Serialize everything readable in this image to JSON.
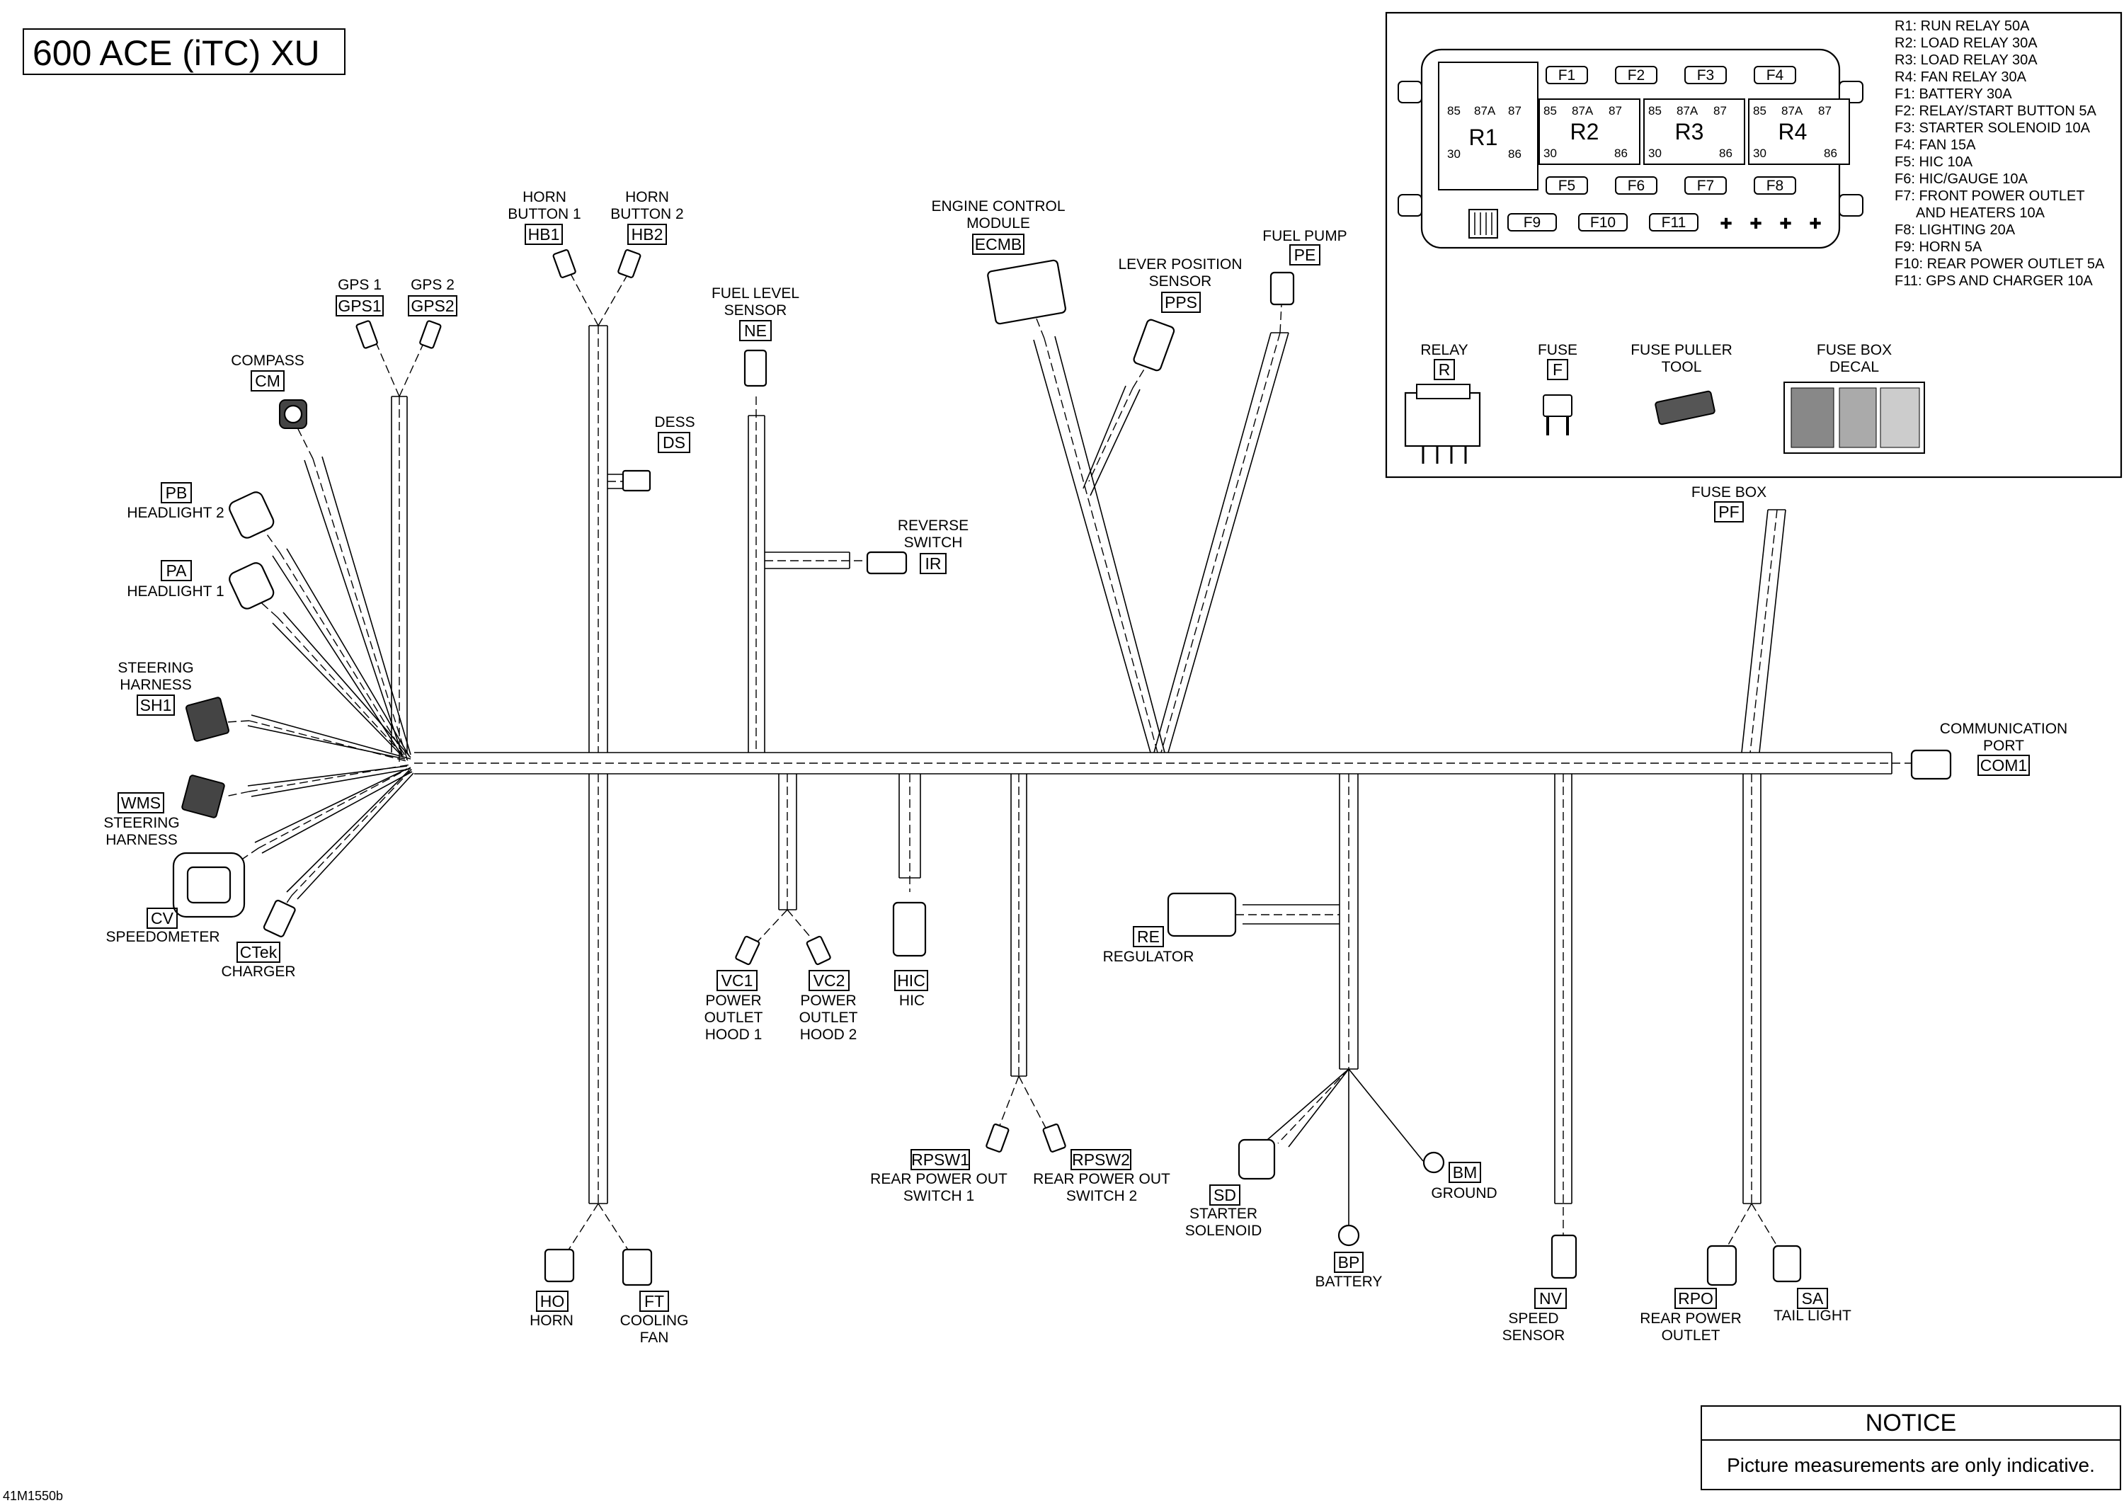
{
  "title": "600 ACE (iTC) XU",
  "doc_number": "41M1550b",
  "notice": {
    "heading": "NOTICE",
    "text": "Picture measurements are only indicative."
  },
  "connectors": {
    "gps1": {
      "name": "GPS 1",
      "code": "GPS1"
    },
    "gps2": {
      "name": "GPS 2",
      "code": "GPS2"
    },
    "hb1": {
      "name1": "HORN",
      "name2": "BUTTON 1",
      "code": "HB1"
    },
    "hb2": {
      "name1": "HORN",
      "name2": "BUTTON 2",
      "code": "HB2"
    },
    "compass": {
      "name": "COMPASS",
      "code": "CM"
    },
    "pb": {
      "name": "HEADLIGHT 2",
      "code": "PB"
    },
    "pa": {
      "name": "HEADLIGHT 1",
      "code": "PA"
    },
    "sh1": {
      "name1": "STEERING",
      "name2": "HARNESS",
      "code": "SH1"
    },
    "wms": {
      "name1": "STEERING",
      "name2": "HARNESS",
      "code": "WMS"
    },
    "cv": {
      "name": "SPEEDOMETER",
      "code": "CV"
    },
    "ctek": {
      "name": "CHARGER",
      "code": "CTek"
    },
    "dess": {
      "name": "DESS",
      "code": "DS"
    },
    "ne": {
      "name1": "FUEL LEVEL",
      "name2": "SENSOR",
      "code": "NE"
    },
    "ir": {
      "name1": "REVERSE",
      "name2": "SWITCH",
      "code": "IR"
    },
    "ecmb": {
      "name1": "ENGINE CONTROL",
      "name2": "MODULE",
      "code": "ECMB"
    },
    "pps": {
      "name1": "LEVER POSITION",
      "name2": "SENSOR",
      "code": "PPS"
    },
    "pe": {
      "name": "FUEL PUMP",
      "code": "PE"
    },
    "pf": {
      "name": "FUSE BOX",
      "code": "PF"
    },
    "com1": {
      "name1": "COMMUNICATION",
      "name2": "PORT",
      "code": "COM1"
    },
    "vc1": {
      "name1": "POWER",
      "name2": "OUTLET",
      "name3": "HOOD 1",
      "code": "VC1"
    },
    "vc2": {
      "name1": "POWER",
      "name2": "OUTLET",
      "name3": "HOOD 2",
      "code": "VC2"
    },
    "hic": {
      "name": "HIC",
      "code": "HIC"
    },
    "re": {
      "name": "REGULATOR",
      "code": "RE"
    },
    "rpsw1": {
      "name1": "REAR POWER OUT",
      "name2": "SWITCH 1",
      "code": "RPSW1"
    },
    "rpsw2": {
      "name1": "REAR POWER OUT",
      "name2": "SWITCH 2",
      "code": "RPSW2"
    },
    "sd": {
      "name1": "STARTER",
      "name2": "SOLENOID",
      "code": "SD"
    },
    "bm": {
      "name": "GROUND",
      "code": "BM"
    },
    "bp": {
      "name": "BATTERY",
      "code": "BP"
    },
    "nv": {
      "name1": "SPEED",
      "name2": "SENSOR",
      "code": "NV"
    },
    "rpo": {
      "name1": "REAR POWER",
      "name2": "OUTLET",
      "code": "RPO"
    },
    "sa": {
      "name": "TAIL LIGHT",
      "code": "SA"
    },
    "ho": {
      "name": "HORN",
      "code": "HO"
    },
    "ft": {
      "name1": "COOLING",
      "name2": "FAN",
      "code": "FT"
    }
  },
  "fuse_box": {
    "fuses_top": [
      "F1",
      "F2",
      "F3",
      "F4"
    ],
    "fuses_mid": [
      "F5",
      "F6",
      "F7",
      "F8"
    ],
    "fuses_bottom": [
      "F9",
      "F10",
      "F11"
    ],
    "relays": [
      "R1",
      "R2",
      "R3",
      "R4"
    ],
    "relay_pins": {
      "p85": "85",
      "p87a": "87A",
      "p87": "87",
      "p30": "30",
      "p86": "86"
    },
    "legend": [
      "R1: RUN RELAY 50A",
      "R2: LOAD RELAY 30A",
      "R3: LOAD RELAY 30A",
      "R4: FAN RELAY 30A",
      "F1: BATTERY 30A",
      "F2: RELAY/START BUTTON 5A",
      "F3: STARTER SOLENOID 10A",
      "F4: FAN 15A",
      "F5: HIC 10A",
      "F6: HIC/GAUGE 10A",
      "F7: FRONT POWER OUTLET",
      "AND HEATERS 10A",
      "F8: LIGHTING 20A",
      "F9: HORN 5A",
      "F10: REAR POWER OUTLET 5A",
      "F11: GPS AND CHARGER 10A"
    ],
    "parts": {
      "relay": {
        "name": "RELAY",
        "code": "R"
      },
      "fuse": {
        "name": "FUSE",
        "code": "F"
      },
      "puller": {
        "name1": "FUSE PULLER",
        "name2": "TOOL"
      },
      "decal": {
        "name1": "FUSE BOX",
        "name2": "DECAL"
      }
    }
  }
}
